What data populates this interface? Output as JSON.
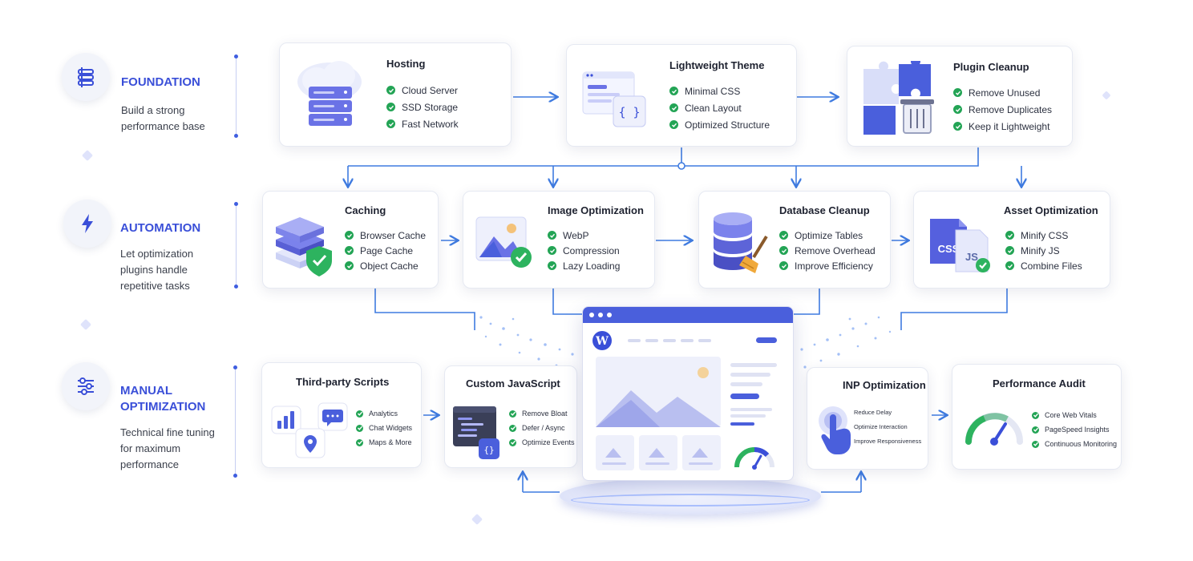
{
  "stages": [
    {
      "key": "foundation",
      "icon": "layers-icon",
      "title": "FOUNDATION",
      "desc": [
        "Build a strong",
        "performance base"
      ]
    },
    {
      "key": "automation",
      "icon": "lightning-icon",
      "title": "AUTOMATION",
      "desc": [
        "Let optimization",
        "plugins handle",
        "repetitive tasks"
      ]
    },
    {
      "key": "manual",
      "icon": "sliders-icon",
      "title": [
        "MANUAL",
        "OPTIMIZATION"
      ],
      "desc": [
        "Technical fine tuning",
        "for maximum",
        "performance"
      ]
    }
  ],
  "cards": {
    "hosting": {
      "title": "Hosting",
      "icon": "server-cloud-icon",
      "items": [
        "Cloud Server",
        "SSD Storage",
        "Fast Network"
      ]
    },
    "theme": {
      "title": "Lightweight Theme",
      "icon": "code-window-icon",
      "items": [
        "Minimal CSS",
        "Clean Layout",
        "Optimized Structure"
      ]
    },
    "plugin": {
      "title": "Plugin Cleanup",
      "icon": "puzzle-trash-icon",
      "items": [
        "Remove Unused",
        "Remove Duplicates",
        "Keep it Lightweight"
      ]
    },
    "caching": {
      "title": "Caching",
      "icon": "stack-shield-icon",
      "items": [
        "Browser Cache",
        "Page Cache",
        "Object Cache"
      ]
    },
    "image": {
      "title": "Image Optimization",
      "icon": "image-check-icon",
      "items": [
        "WebP",
        "Compression",
        "Lazy Loading"
      ]
    },
    "database": {
      "title": "Database Cleanup",
      "icon": "database-broom-icon",
      "items": [
        "Optimize Tables",
        "Remove Overhead",
        "Improve Efficiency"
      ]
    },
    "asset": {
      "title": "Asset Optimization",
      "icon": "css-js-files-icon",
      "items": [
        "Minify CSS",
        "Minify JS",
        "Combine Files"
      ]
    },
    "third": {
      "title": "Third-party Scripts",
      "icon": "analytics-chat-map-icon",
      "items": [
        "Analytics",
        "Chat Widgets",
        "Maps & More"
      ]
    },
    "customjs": {
      "title": "Custom JavaScript",
      "icon": "code-editor-icon",
      "items": [
        "Remove Bloat",
        "Defer / Async",
        "Optimize Events"
      ]
    },
    "inp": {
      "title": "INP Optimization",
      "icon": "tap-hand-icon",
      "items": [
        "Reduce Delay",
        "Optimize Interaction",
        "Improve Responsiveness"
      ]
    },
    "audit": {
      "title": "Performance Audit",
      "icon": "gauge-icon",
      "items": [
        "Core Web Vitals",
        "PageSpeed Insights",
        "Continuous Monitoring"
      ]
    }
  },
  "browser": {
    "logo": "W"
  },
  "colors": {
    "accent": "#3a4fd8",
    "check": "#23a455",
    "connector": "#3f7be0"
  }
}
